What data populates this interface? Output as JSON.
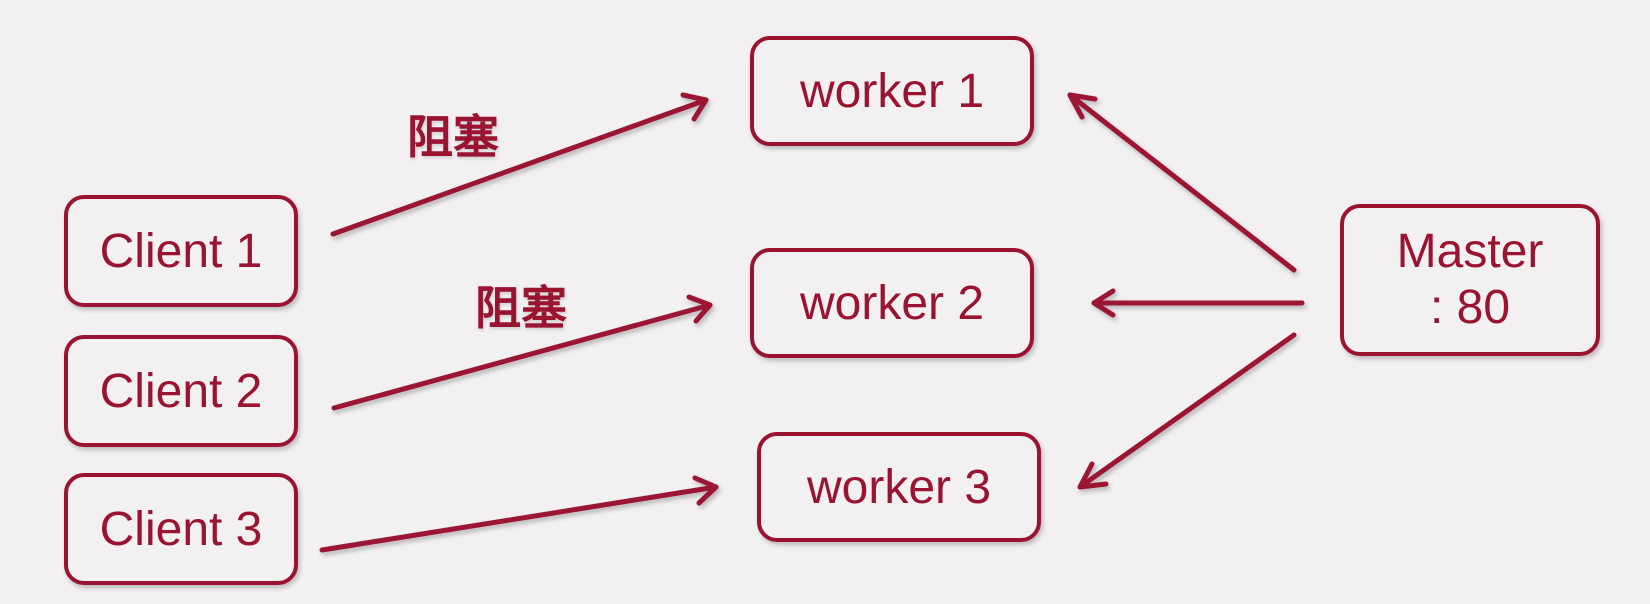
{
  "clients": [
    {
      "label": "Client 1"
    },
    {
      "label": "Client 2"
    },
    {
      "label": "Client 3"
    }
  ],
  "workers": [
    {
      "label": "worker 1"
    },
    {
      "label": "worker 2"
    },
    {
      "label": "worker 3"
    }
  ],
  "master": {
    "line1": "Master",
    "line2": ": 80"
  },
  "edge_labels": {
    "client1_to_worker1": "阻塞",
    "client2_to_worker2": "阻塞"
  },
  "colors": {
    "accent": "#9a1432",
    "background": "#f2f0f1"
  }
}
